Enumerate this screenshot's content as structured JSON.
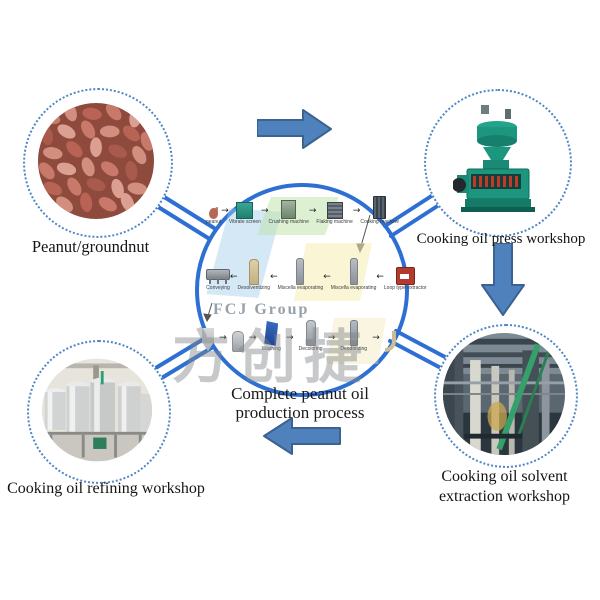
{
  "title": "Complete peanut oil production process infographic",
  "colors": {
    "connector_blue": "#2e6fd4",
    "dotted_border_blue": "#4e86c6",
    "block_arrow_fill": "#4f81bd",
    "block_arrow_stroke": "#3c628f",
    "label_text": "#141414"
  },
  "icons": {
    "arrow_right": "→",
    "arrow_left": "←"
  },
  "nodes": {
    "peanut": {
      "label": "Peanut/groundnut"
    },
    "press": {
      "label": "Cooking oil press workshop"
    },
    "solvent": {
      "label_line1": "Cooking oil solvent",
      "label_line2": "extraction workshop"
    },
    "refining": {
      "label": "Cooking oil refining workshop"
    }
  },
  "center": {
    "caption_line1": "Complete peanut oil",
    "caption_line2": "production process",
    "watermark_text": "FCJ Group",
    "watermark_cjk": "方创捷",
    "rows": [
      {
        "flow": "left-to-right",
        "steps": [
          {
            "label": "peanut"
          },
          {
            "label": "Vibrate screen"
          },
          {
            "label": "Crushing machine"
          },
          {
            "label": "Flaking machine"
          },
          {
            "label": "Cooking machine"
          }
        ]
      },
      {
        "flow": "right-to-left",
        "steps": [
          {
            "label": "Conveying"
          },
          {
            "label": "Desolventizing"
          },
          {
            "label": "Miscella evaporating"
          },
          {
            "label": "Miscella evaporating"
          },
          {
            "label": "Loop type extractor"
          }
        ]
      },
      {
        "flow": "left-to-right",
        "steps": [
          {
            "label": ""
          },
          {
            "label": ""
          },
          {
            "label": "Washing"
          },
          {
            "label": "Decoloring"
          },
          {
            "label": "Deodorizing"
          },
          {
            "label": ""
          }
        ]
      }
    ]
  }
}
